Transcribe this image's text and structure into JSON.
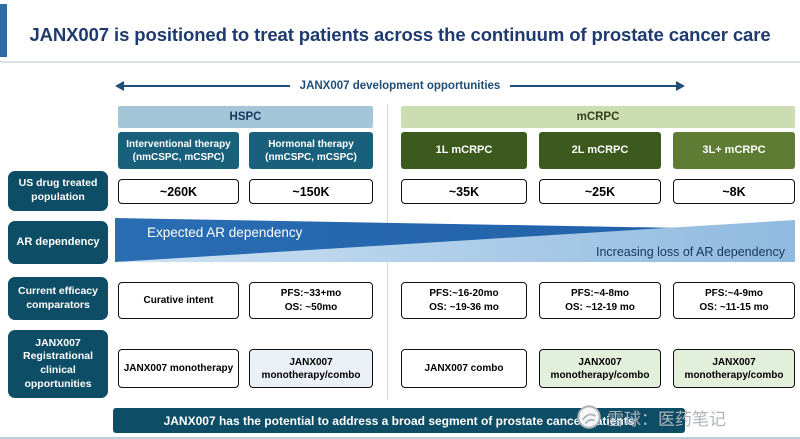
{
  "slide": {
    "title": "JANX007 is positioned to treat patients across the continuum of prostate cancer care",
    "arrow_label": "JANX007 development opportunities",
    "banner": "JANX007 has the potential to address a broad segment of prostate cancer patients",
    "watermark": "雪球：医药笔记"
  },
  "groups": [
    {
      "label": "HSPC"
    },
    {
      "label": "mCRPC"
    }
  ],
  "row_labels": {
    "population": "US drug treated population",
    "ar": "AR dependency",
    "efficacy": "Current efficacy comparators",
    "opportunity": "JANX007 Registrational clinical opportunities"
  },
  "ar_wedge": {
    "left": "Expected AR dependency",
    "right": "Increasing loss of AR dependency"
  },
  "columns": [
    {
      "group": "HSPC",
      "therapy_line1": "Interventional therapy",
      "therapy_line2": "(nmCSPC, mCSPC)",
      "population": "~260K",
      "efficacy_line1": "Curative intent",
      "efficacy_line2": "",
      "opportunity_line1": "JANX007 monotherapy",
      "opportunity_line2": ""
    },
    {
      "group": "HSPC",
      "therapy_line1": "Hormonal therapy",
      "therapy_line2": "(nmCSPC, mCSPC)",
      "population": "~150K",
      "efficacy_line1": "PFS:~33+mo",
      "efficacy_line2": "OS: ~50mo",
      "opportunity_line1": "JANX007",
      "opportunity_line2": "monotherapy/combo"
    },
    {
      "group": "mCRPC",
      "therapy_line1": "1L mCRPC",
      "therapy_line2": "",
      "population": "~35K",
      "efficacy_line1": "PFS:~16-20mo",
      "efficacy_line2": "OS: ~19-36 mo",
      "opportunity_line1": "JANX007 combo",
      "opportunity_line2": ""
    },
    {
      "group": "mCRPC",
      "therapy_line1": "2L mCRPC",
      "therapy_line2": "",
      "population": "~25K",
      "efficacy_line1": "PFS:~4-8mo",
      "efficacy_line2": "OS: ~12-19 mo",
      "opportunity_line1": "JANX007",
      "opportunity_line2": "monotherapy/combo"
    },
    {
      "group": "mCRPC",
      "therapy_line1": "3L+ mCRPC",
      "therapy_line2": "",
      "population": "~8K",
      "efficacy_line1": "PFS:~4-9mo",
      "efficacy_line2": "OS: ~11-15 mo",
      "opportunity_line1": "JANX007",
      "opportunity_line2": "monotherapy/combo"
    }
  ],
  "colors": {
    "title_text": "#1e3a6e",
    "teal_dark": "#0e4d66",
    "hspc_header_bg": "#a5c6d8",
    "mcrpc_header_bg": "#cdddb2",
    "hspc_sub_bg": "#19607c",
    "mcrpc_sub_bg": "#3d5a1e",
    "mcrpc_sub_bg_light": "#5e7c33",
    "wedge_dark_blue": "#2a6db2",
    "wedge_light_blue": "#9dc3e6",
    "opportunity_blue_bg": "#eaf0f6",
    "opportunity_green_bg": "#e2efda"
  }
}
